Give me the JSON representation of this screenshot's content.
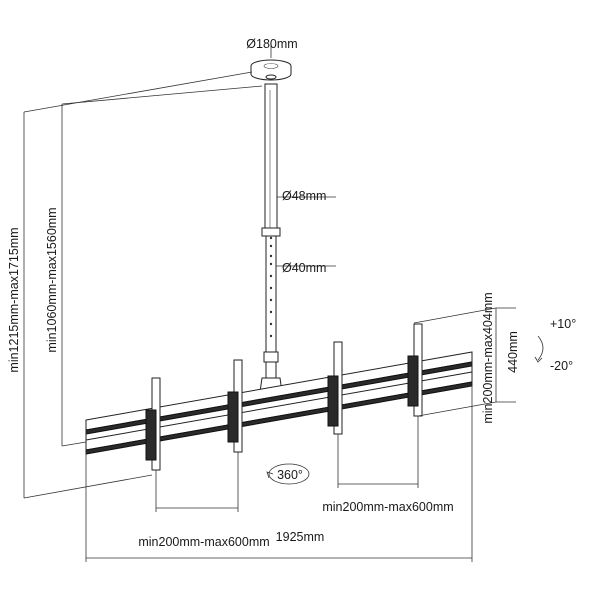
{
  "dimensions": {
    "plate_diameter": "Ø180mm",
    "outer_tube": "Ø48mm",
    "inner_tube": "Ø40mm",
    "total_height": "min1215mm-max1715mm",
    "pole_height": "min1060mm-max1560mm",
    "bracket_height": "min200mm-max404mm",
    "plate_height": "440mm",
    "tilt_up": "+10°",
    "tilt_down": "-20°",
    "rotation": "360°",
    "spacing_left": "min200mm-max600mm",
    "spacing_right": "min200mm-max600mm",
    "total_width": "1925mm"
  }
}
